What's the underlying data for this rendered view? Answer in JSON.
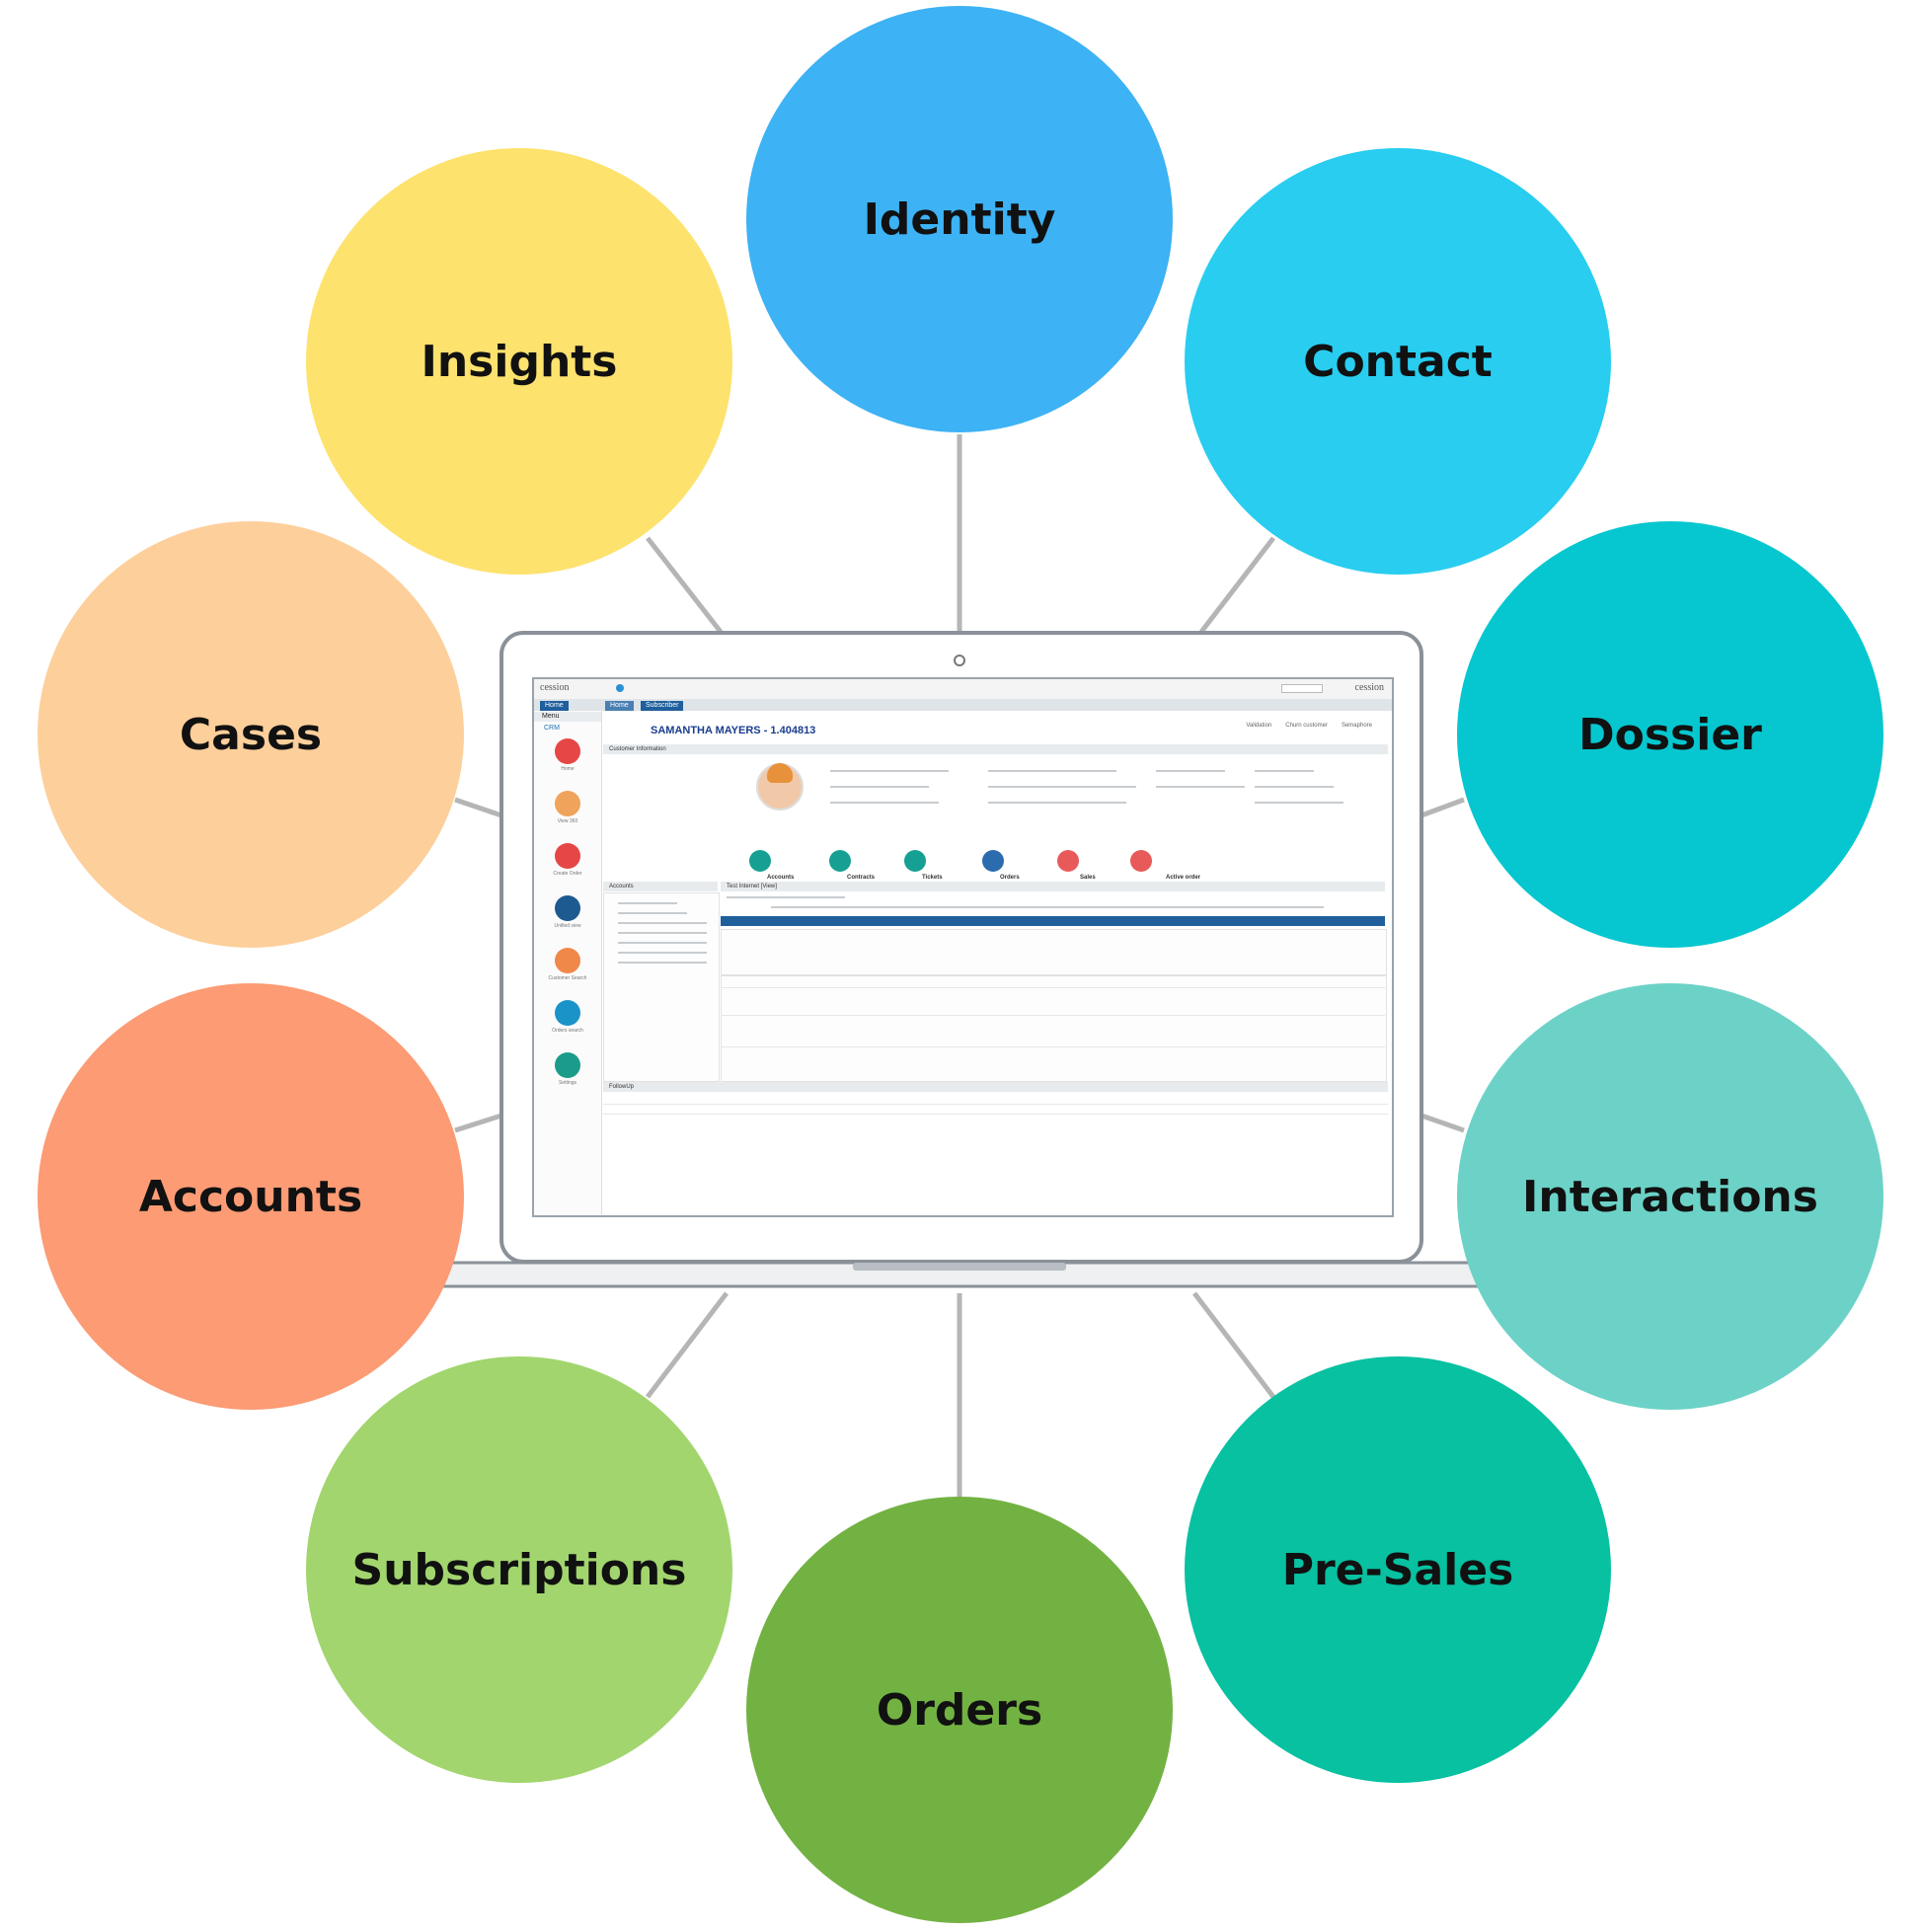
{
  "diagram": {
    "center": {
      "screen": {
        "logo": "cession",
        "tab_home": "Home",
        "tab_customer": "Subscriber",
        "menu_title": "Menu",
        "menu_crm": "CRM",
        "nav_items": [
          "Home",
          "View 360",
          "Create Order",
          "Unified view",
          "Customer Search",
          "Orders search",
          "Settings"
        ],
        "customer_name": "SAMANTHA MAYERS",
        "customer_id": "- 1.404813",
        "customer_info_title": "Customer Information",
        "stats": [
          "Validation",
          "Churn customer",
          "Semaphore"
        ],
        "kpi_labels": [
          "Accounts",
          "Contracts",
          "Tickets",
          "Orders",
          "Sales",
          "Active order"
        ],
        "accounts_title": "Accounts",
        "product_title": "Test Internet [View]",
        "followup_title": "FollowUp",
        "colors": {
          "toolbar": "#1f5f9c",
          "name": "#1a3d8f"
        }
      }
    },
    "nodes": [
      {
        "id": "identity",
        "label": "Identity",
        "color": "#3db2f4"
      },
      {
        "id": "contact",
        "label": "Contact",
        "color": "#28cdf0"
      },
      {
        "id": "dossier",
        "label": "Dossier",
        "color": "#06c7cf"
      },
      {
        "id": "interactions",
        "label": "Interactions",
        "color": "#6cd2c7"
      },
      {
        "id": "pre-sales",
        "label": "Pre-Sales",
        "color": "#07c1a1"
      },
      {
        "id": "orders",
        "label": "Orders",
        "color": "#72b242"
      },
      {
        "id": "subscriptions",
        "label": "Subscriptions",
        "color": "#a2d56e"
      },
      {
        "id": "accounts",
        "label": "Accounts",
        "color": "#fc9b74"
      },
      {
        "id": "cases",
        "label": "Cases",
        "color": "#fdcf9b"
      },
      {
        "id": "insights",
        "label": "Insights",
        "color": "#fde26e"
      }
    ],
    "edges": [
      {
        "from": "center",
        "to": "identity"
      },
      {
        "from": "center",
        "to": "contact"
      },
      {
        "from": "center",
        "to": "dossier"
      },
      {
        "from": "center",
        "to": "interactions"
      },
      {
        "from": "center",
        "to": "pre-sales"
      },
      {
        "from": "center",
        "to": "orders"
      },
      {
        "from": "center",
        "to": "subscriptions"
      },
      {
        "from": "center",
        "to": "accounts"
      },
      {
        "from": "center",
        "to": "cases"
      },
      {
        "from": "center",
        "to": "insights"
      }
    ]
  }
}
